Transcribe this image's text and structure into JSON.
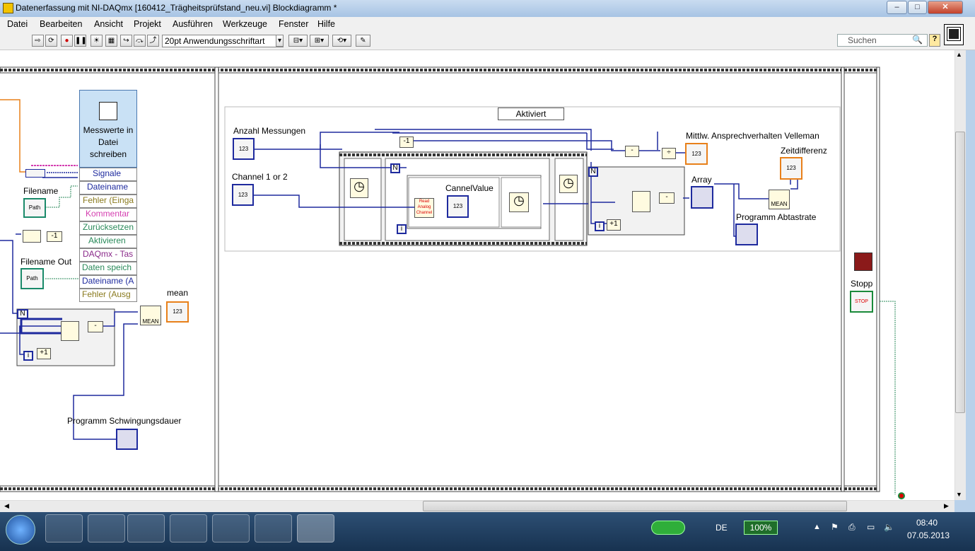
{
  "window": {
    "title": "Datenerfassung mit NI-DAQmx [160412_Trägheitsprüfstand_neu.vi] Blockdiagramm *",
    "minimize": "–",
    "maximize": "□",
    "close": "✕"
  },
  "menu": [
    "Datei",
    "Bearbeiten",
    "Ansicht",
    "Projekt",
    "Ausführen",
    "Werkzeuge",
    "Fenster",
    "Hilfe"
  ],
  "toolbar": {
    "font": "20pt Anwendungsschriftart",
    "search_placeholder": "Suchen",
    "help": "?"
  },
  "diagram": {
    "case_selector": "Aktiviert",
    "express_title": "Messwerte in Datei schreiben",
    "express_items": [
      "Signale",
      "Dateiname",
      "Fehler (Einga",
      "Kommentar",
      "Zurücksetzen",
      "Aktivieren",
      "DAQmx - Tas",
      "Daten speich",
      "Dateiname (A",
      "Fehler (Ausg"
    ],
    "labels": {
      "filename": "Filename",
      "filename_out": "Filename Out",
      "mean": "mean",
      "schwingungsdauer": "Programm Schwingungsdauer",
      "anzahl": "Anzahl Messungen",
      "channel": "Channel 1 or 2",
      "cannelvalue": "CannelValue",
      "mittlw": "Mittlw. Ansprechverhalten Velleman",
      "zeitdifferenz": "Zeitdifferenz",
      "array": "Array",
      "abtastrate": "Programm Abtastrate",
      "stopp": "Stopp"
    },
    "glyphs": {
      "n": "N",
      "i": "i",
      "mean_fn": "MEAN",
      "numeric": "123",
      "path": "Path",
      "stop": "STOP",
      "read": "Read Analog Channel"
    }
  },
  "taskbar": {
    "lang": "DE",
    "battery": "100%",
    "time": "08:40",
    "date": "07.05.2013"
  },
  "colors": {
    "wire_blue": "#1e2a9e",
    "wire_orange": "#e8801a",
    "wire_green": "#2a8a5a",
    "wire_pink": "#d43fb0",
    "express_blue": "#c9e1f5"
  }
}
